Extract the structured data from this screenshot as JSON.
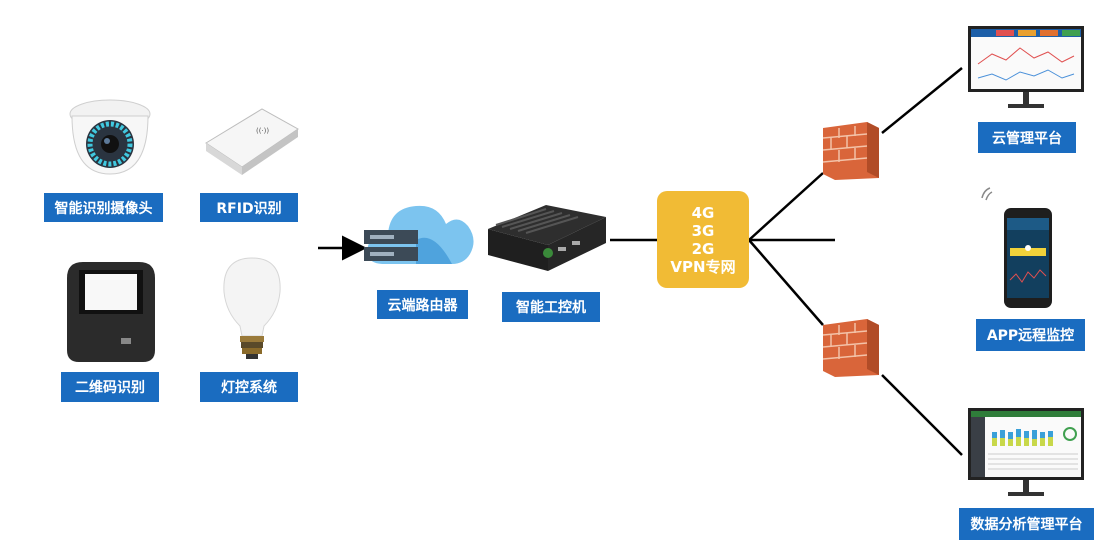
{
  "devices": {
    "camera": "智能识别摄像头",
    "rfid": "RFID识别",
    "qrcode": "二维码识别",
    "light": "灯控系统"
  },
  "network": {
    "router": "云端路由器",
    "ipc": "智能工控机",
    "vpn_lines": [
      "4G",
      "3G",
      "2G",
      "VPN专网"
    ]
  },
  "platforms": {
    "cloud": "云管理平台",
    "app": "APP远程监控",
    "analytics": "数据分析管理平台"
  },
  "colors": {
    "label_bg": "#1a6cc0",
    "vpn_bg": "#f1bb35",
    "firewall": "#d9653a",
    "cloud": "#5fb3e8"
  }
}
